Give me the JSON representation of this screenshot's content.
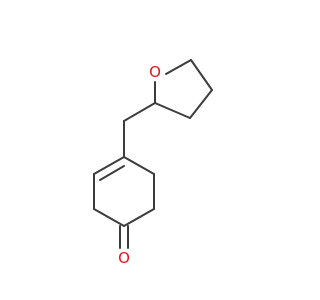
{
  "molecule": {
    "atoms": {
      "o_ring": {
        "element": "O",
        "label": "O"
      },
      "o_ketone": {
        "element": "O",
        "label": "O"
      }
    },
    "colors": {
      "bond": "#3c3c3c",
      "oxygen": "#e8141e",
      "background": "#ffffff"
    }
  }
}
